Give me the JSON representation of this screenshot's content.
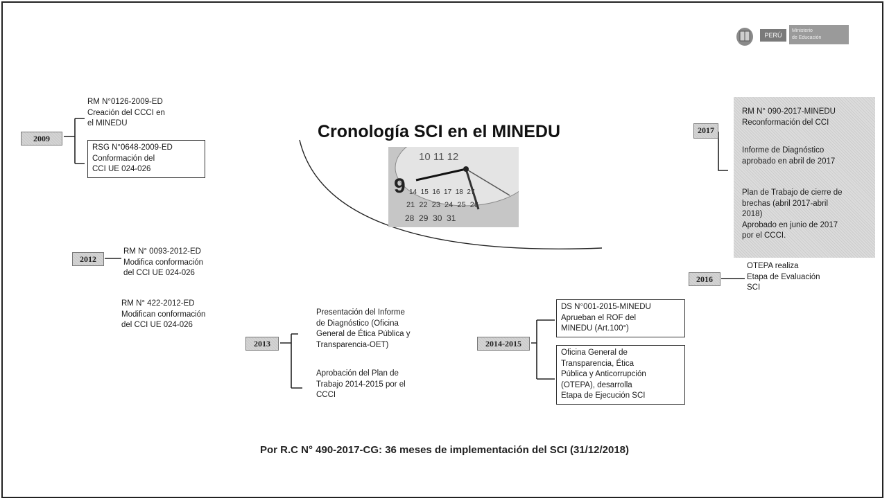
{
  "title": "Cronología SCI en el MINEDU",
  "logo": {
    "peru": "PERÚ",
    "ministry": "Ministerio\nde Educación"
  },
  "years": {
    "y2009": "2009",
    "y2012": "2012",
    "y2013": "2013",
    "y2014": "2014-2015",
    "y2016": "2016",
    "y2017": "2017"
  },
  "events": {
    "e2009a": "RM N°0126-2009-ED\nCreación del CCCI en\nel MINEDU",
    "e2009b": "RSG N°0648-2009-ED\nConformación del\nCCI UE 024-026",
    "e2012a": "RM N° 0093-2012-ED\nModifica conformación\ndel CCI UE 024-026",
    "e2012b": "RM N° 422-2012-ED\nModifican conformación\ndel CCI UE 024-026",
    "e2013a": "Presentación del Informe\nde Diagnóstico (Oficina\nGeneral de Ética Pública y\nTransparencia-OET)",
    "e2013b": "Aprobación del Plan de\nTrabajo 2014-2015 por el\nCCCI",
    "e2014a": "DS N°001-2015-MINEDU\nAprueban el ROF del\nMINEDU (Art.100°)",
    "e2014b": "Oficina General de\nTransparencia, Ética\nPública y Anticorrupción\n(OTEPA), desarrolla\nEtapa de Ejecución SCI",
    "e2016": "OTEPA realiza\nEtapa de Evaluación\nSCI",
    "e2017a": "RM N° 090-2017-MINEDU\nReconformación del CCI",
    "e2017b": "Informe de Diagnóstico\naprobado en abril de 2017",
    "e2017c": "Plan de Trabajo de cierre de\nbrechas (abril 2017-abril\n2018)\nAprobado en junio de 2017\npor el CCCI."
  },
  "clock": {
    "top_numbers": "10  11  12",
    "big_nine": "9",
    "calendar_rows": [
      "14  15  16  17  18  27",
      "21  22  23  24  25  26",
      "28  29  30  31"
    ]
  },
  "footer": "Por R.C N° 490-2017-CG: 36 meses de implementación del SCI (31/12/2018)"
}
